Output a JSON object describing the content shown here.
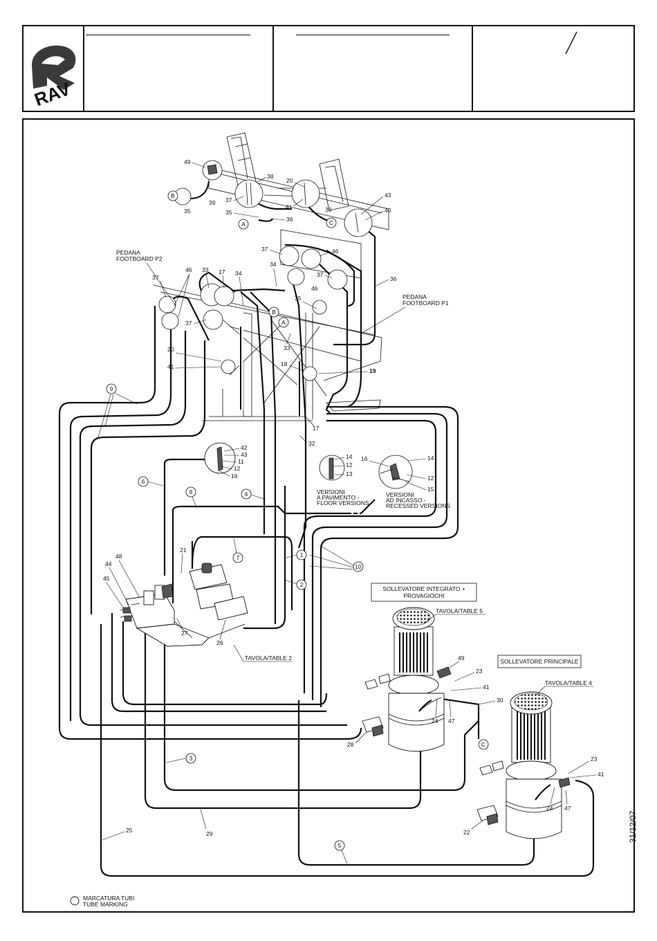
{
  "brand": {
    "logo_text": "RAV"
  },
  "date": "31/12/07",
  "labels": {
    "footboard_p2_it": "PEDANA",
    "footboard_p2_en": "FOOTBOARD P2",
    "footboard_p1_it": "PEDANA",
    "footboard_p1_en": "FOOTBOARD P1",
    "floor_it1": "VERSIONI",
    "floor_it2": "A PAVIMENTO -",
    "floor_en": "FLOOR VERSIONS",
    "recessed_it1": "VERSIONI",
    "recessed_it2": "AD INCASSO -",
    "recessed_en": "RECESSED VERSIONS",
    "lifter_integrated_1": "SOLLEVATORE INTEGRATO +",
    "lifter_integrated_2": "PROVAGIOCHI",
    "lifter_main": "SOLLEVATORE PRINCIPALE",
    "table5": "TAVOLA/TABLE 5",
    "table4": "TAVOLA/TABLE 4",
    "table2": "TAVOLA/TABLE 2",
    "marking_it": "MARCATURA TUBI",
    "marking_en": "TUBE MARKING"
  },
  "tube_markers": [
    "1",
    "2",
    "3",
    "4",
    "5",
    "6",
    "7",
    "8",
    "9",
    "10"
  ],
  "letter_markers": [
    "A",
    "B",
    "C"
  ],
  "part_numbers": {
    "p49a": "49",
    "p38": "38",
    "p37a": "37",
    "p39": "39",
    "p35a": "35",
    "p35b": "35",
    "p36a": "36",
    "p20a": "20",
    "p41a": "41",
    "p30a": "30",
    "p43a": "43",
    "p40": "40",
    "p37b": "37",
    "p46a": "46",
    "p37c": "37",
    "p46b": "46",
    "p36b": "36",
    "p46c": "46",
    "p33a": "33",
    "p17a": "17",
    "p34a": "34",
    "p34b": "34",
    "p35c": "35",
    "p37d": "37",
    "p37e": "37",
    "p33b": "33",
    "p20b": "20",
    "p41b": "41",
    "p18": "18",
    "p19": "19",
    "p17b": "17",
    "p32": "32",
    "p42": "42",
    "p43b": "43",
    "p11": "11",
    "p12a": "12",
    "p16a": "16",
    "p14a": "14",
    "p12b": "12",
    "p13": "13",
    "p16b": "16",
    "p14b": "14",
    "p12c": "12",
    "p15": "15",
    "p21": "21",
    "p48": "48",
    "p44": "44",
    "p45": "45",
    "p27": "27",
    "p26": "26",
    "p49b": "49",
    "p23a": "23",
    "p41c": "41",
    "p30b": "30",
    "p24a": "24",
    "p47a": "47",
    "p28": "28",
    "p23b": "23",
    "p41d": "41",
    "p24b": "24",
    "p47b": "47",
    "p22": "22",
    "p25": "25",
    "p29": "29"
  },
  "colors": {
    "line": "#111111",
    "background": "#ffffff",
    "logo_dark": "#3a3a3a",
    "logo_light": "#b5b5b5"
  }
}
